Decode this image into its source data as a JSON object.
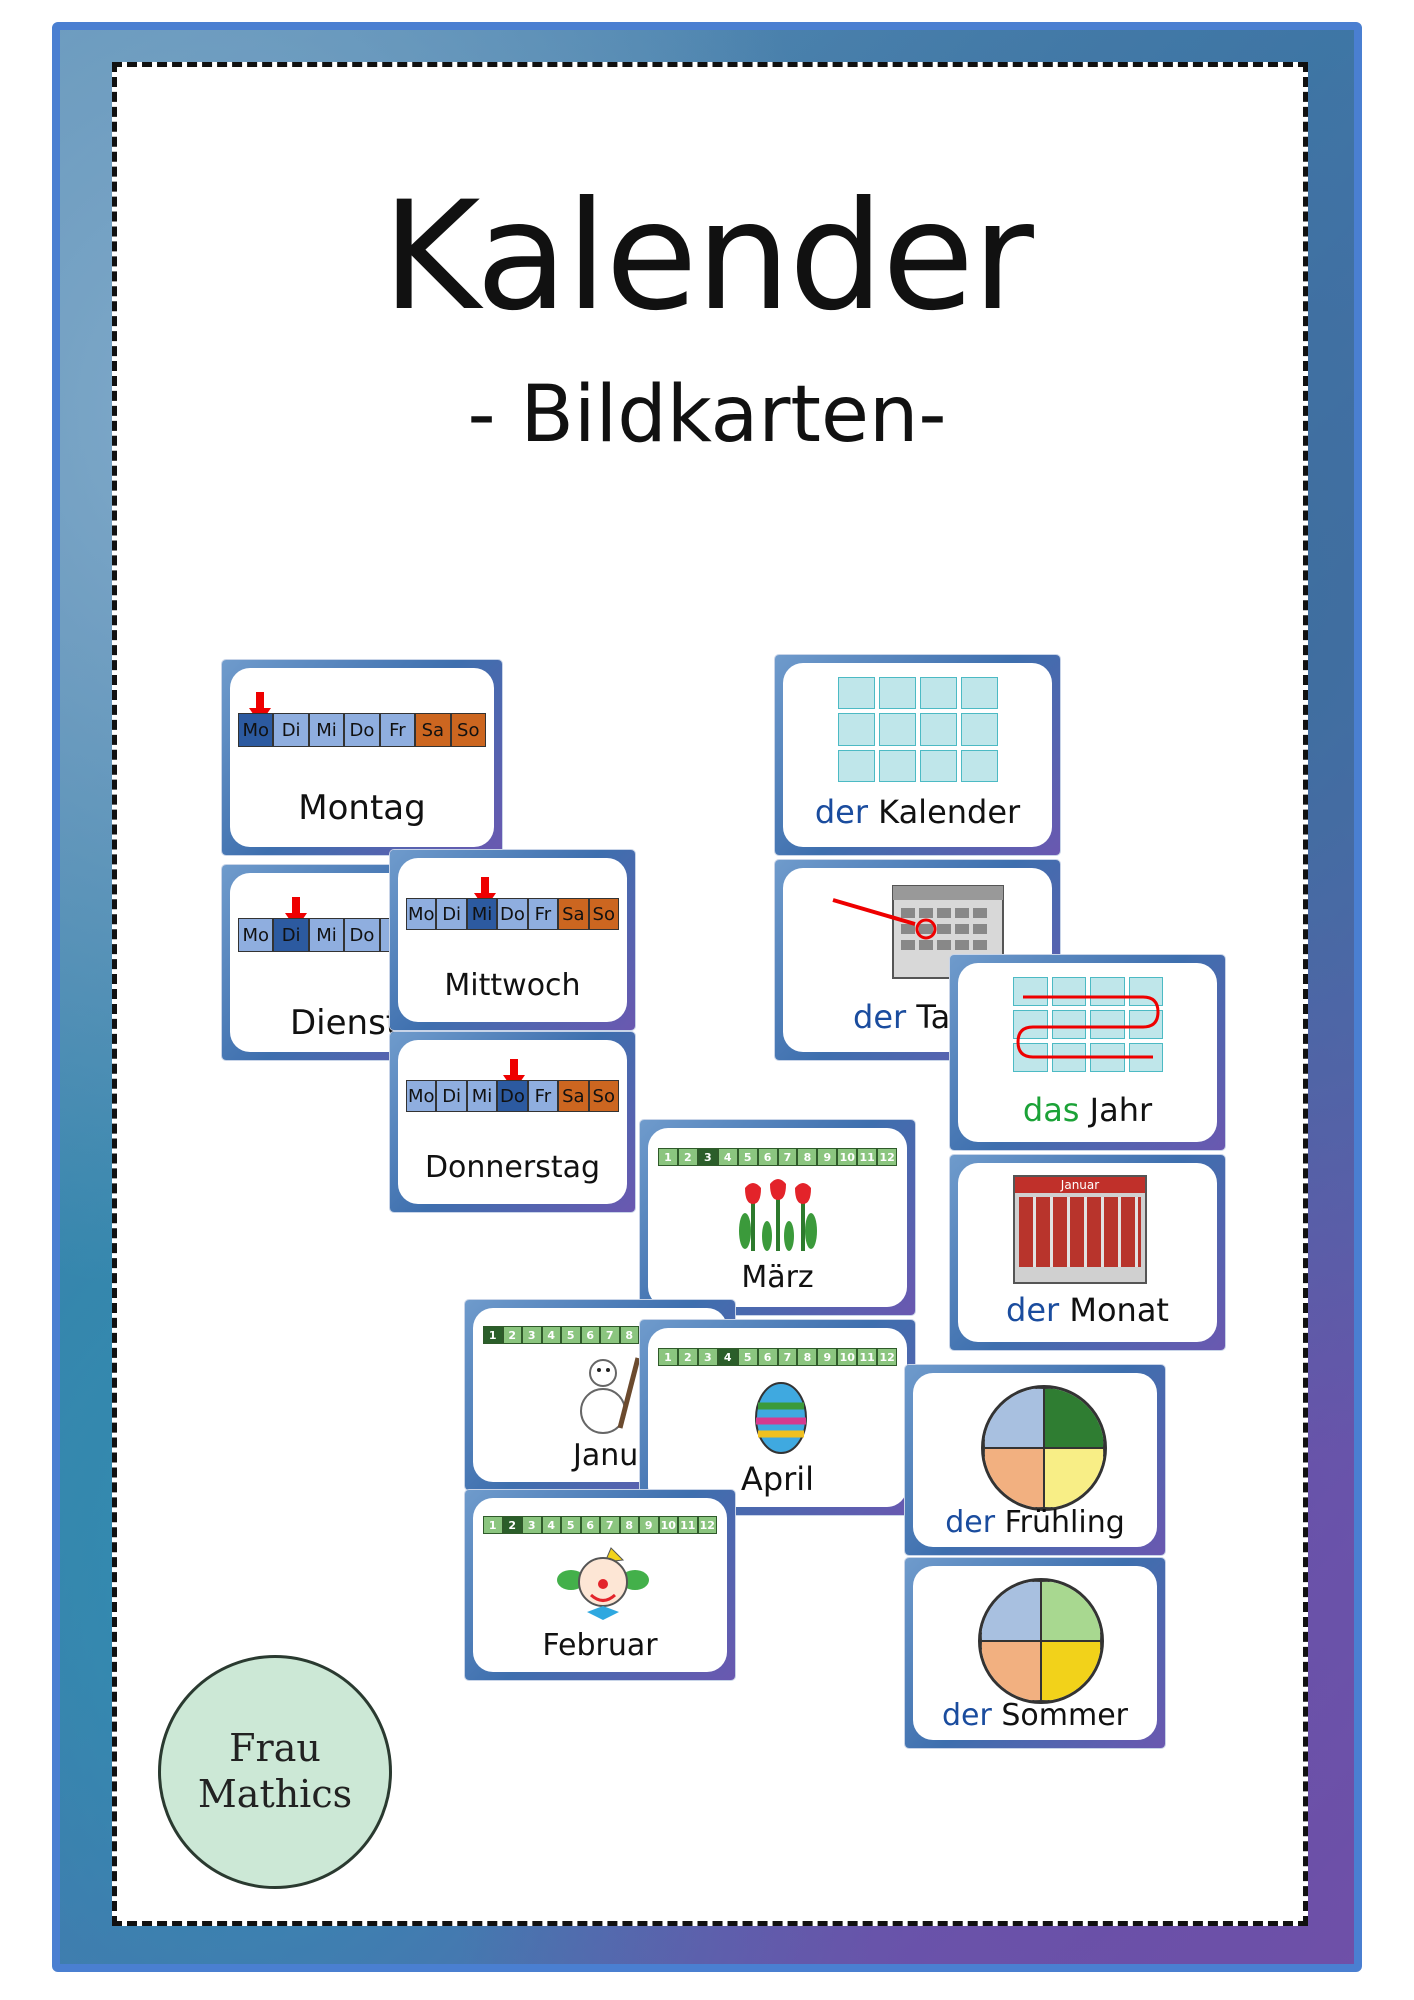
{
  "title": "Kalender",
  "subtitle": "- Bildkarten-",
  "stamp": {
    "line1": "Frau",
    "line2": "Mathics"
  },
  "weekdays": [
    "Mo",
    "Di",
    "Mi",
    "Do",
    "Fr",
    "Sa",
    "So"
  ],
  "cards": {
    "montag": "Montag",
    "dienstag": "Dienst",
    "mittwoch": "Mittwoch",
    "donnerstag": "Donnerstag",
    "kalender_art": "der",
    "kalender_word": "Kalender",
    "tag_art": "der",
    "tag_word": "Ta",
    "jahr_art": "das",
    "jahr_word": "Jahr",
    "monat_art": "der",
    "monat_word": "Monat",
    "monat_header": "Januar",
    "maerz": "März",
    "april": "April",
    "januar": "Januar",
    "februar": "Februar",
    "fruehling_art": "der",
    "fruehling_word": "Frühling",
    "sommer_art": "der",
    "sommer_word": "Sommer"
  },
  "colors": {
    "border": "#4a7fd1",
    "weekday": "#8faedf",
    "weekend": "#cc6620",
    "current": "#2c5aa0",
    "article_blue": "#1a4c9e",
    "article_green": "#1ba237"
  }
}
